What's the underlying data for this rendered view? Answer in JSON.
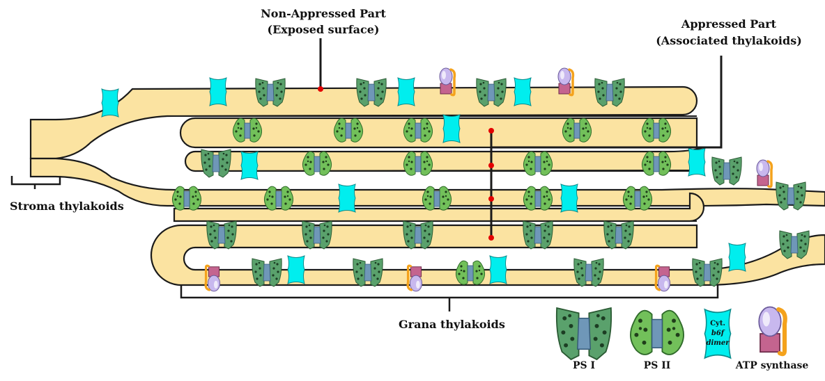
{
  "labels": {
    "non_appressed_line1": "Non-Appressed Part",
    "non_appressed_line2": "(Exposed surface)",
    "appressed_line1": "Appressed Part",
    "appressed_line2": "(Associated thylakoids)",
    "stroma": "Stroma thylakoids",
    "grana": "Grana thylakoids"
  },
  "legend": {
    "psi": "PS I",
    "psii": "PS II",
    "cyt_line1": "Cyt.",
    "cyt_line2": "b6f",
    "cyt_line3": "dimer",
    "atp": "ATP synthase"
  },
  "colors": {
    "lumen": "#fbe3a1",
    "membrane": "#1a1a1a",
    "psi_green": "#5aa16c",
    "psii_green": "#72c05a",
    "complex_blue": "#6f97b8",
    "cytb6f": "#00eeee",
    "atp_head": "#c8b8ee",
    "atp_base": "#c4648f",
    "atp_stalk": "#f4a21c",
    "marker": "#e30000"
  }
}
